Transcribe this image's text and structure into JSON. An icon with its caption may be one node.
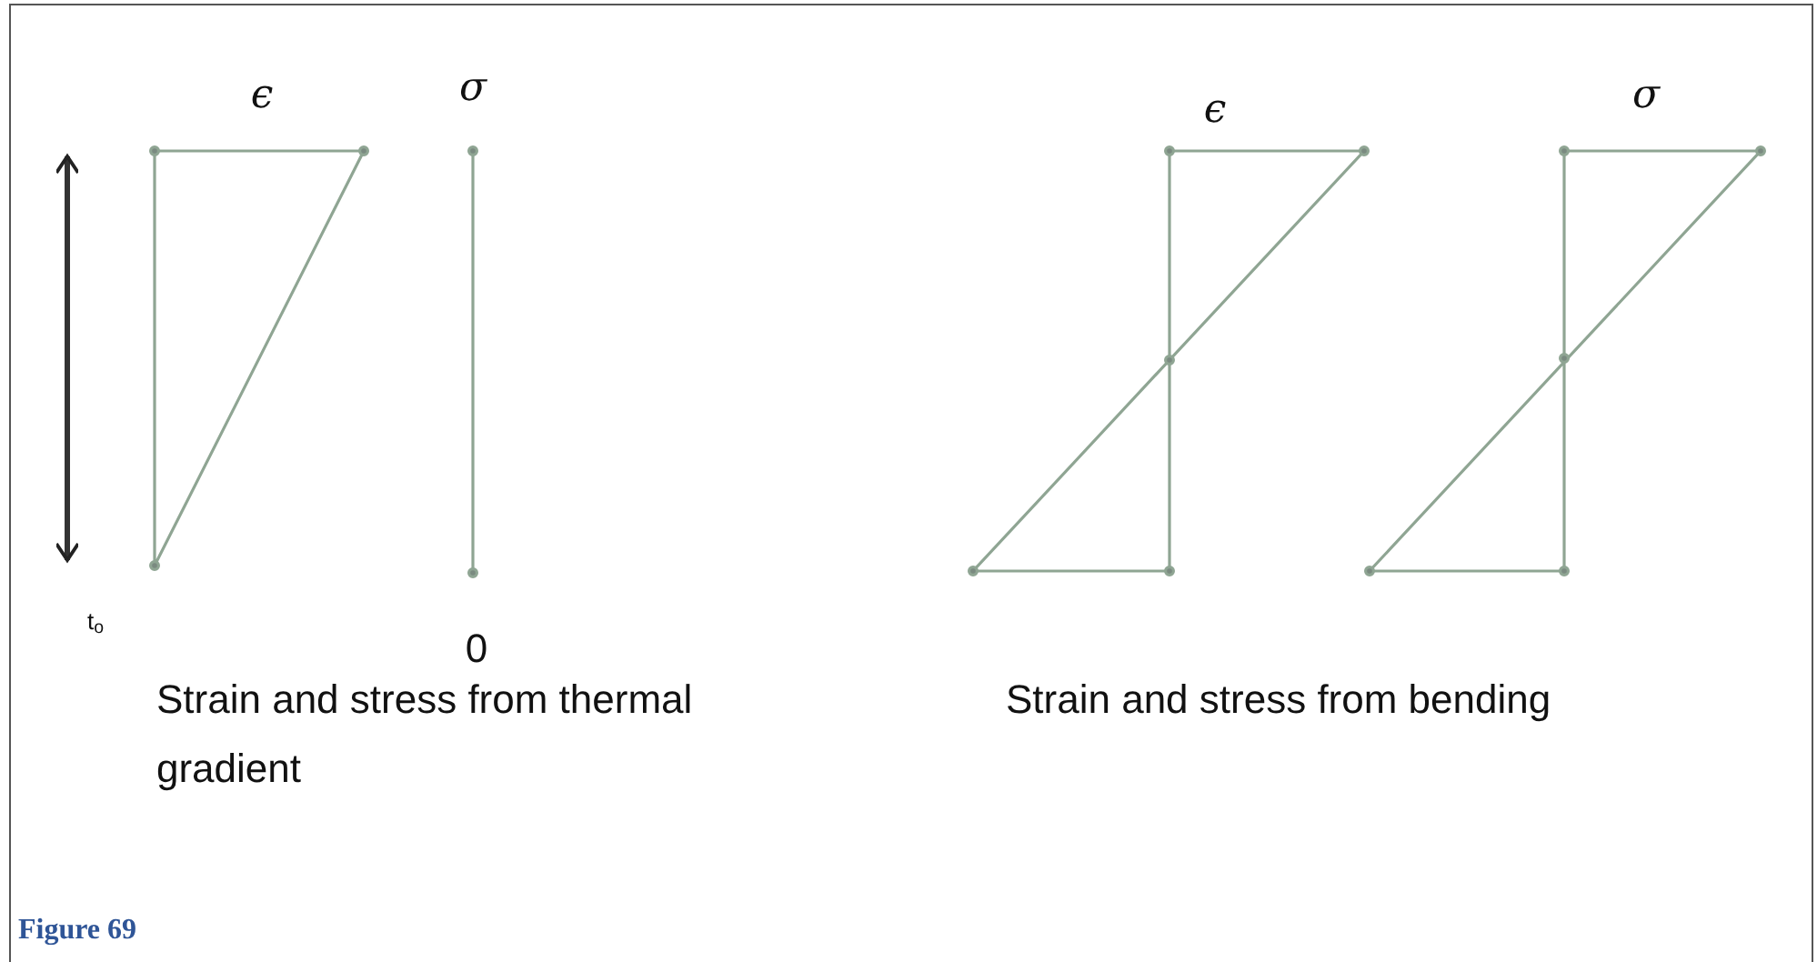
{
  "diagram": {
    "caption": "Figure 69",
    "labels": [
      "ϵ",
      "σ",
      "ϵ",
      "σ",
      "t$_{o}$",
      "0",
      "Strain and stress from thermal gradient",
      "Strain and stress from bending"
    ]
  }
}
